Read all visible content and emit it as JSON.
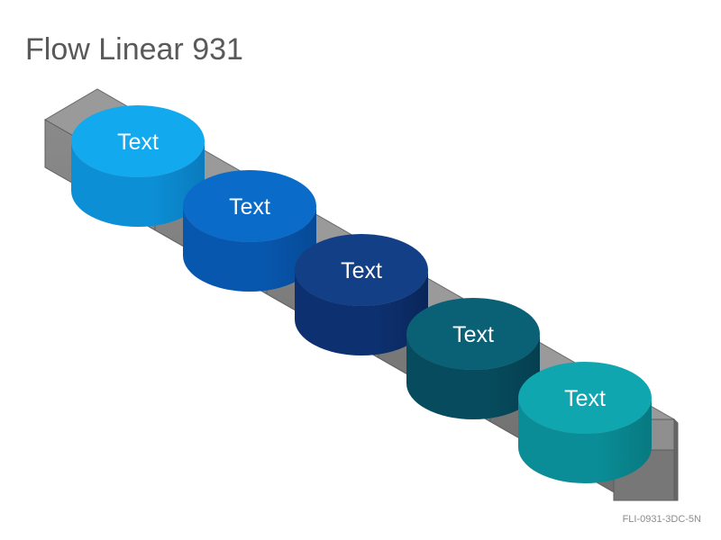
{
  "title": "Flow Linear 931",
  "code": "FLI-0931-3DC-5N",
  "steps": [
    {
      "label": "Text",
      "top": "#13a9ee",
      "side": "#0d8fd6",
      "side_dark": "#0a7bbd"
    },
    {
      "label": "Text",
      "top": "#0a6bc9",
      "side": "#0857ae",
      "side_dark": "#064a96"
    },
    {
      "label": "Text",
      "top": "#123f86",
      "side": "#0d3170",
      "side_dark": "#09265a"
    },
    {
      "label": "Text",
      "top": "#0a6175",
      "side": "#064c5e",
      "side_dark": "#053f4f"
    },
    {
      "label": "Text",
      "top": "#10a6b0",
      "side": "#0a8d97",
      "side_dark": "#087980"
    }
  ],
  "arrow_color": "#808080"
}
